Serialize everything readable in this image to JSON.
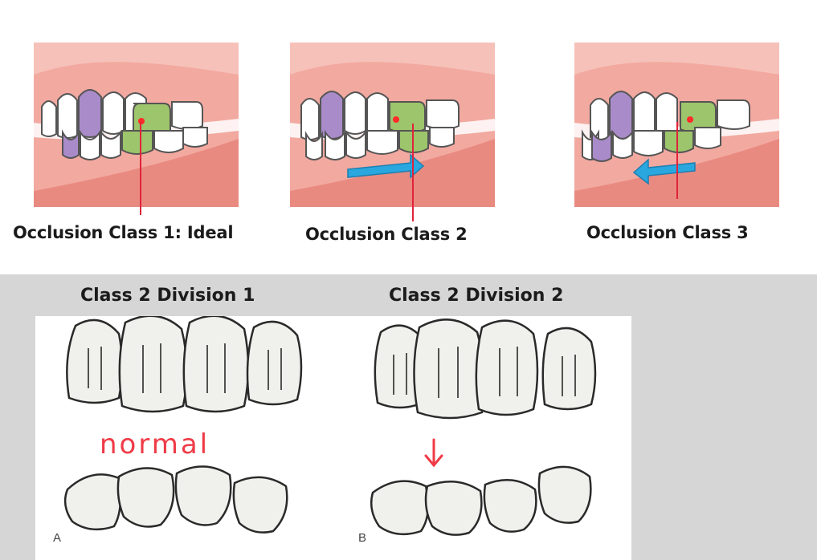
{
  "top_section": {
    "panels": [
      {
        "caption": "Occlusion Class 1: Ideal",
        "arrow": "none"
      },
      {
        "caption": "Occlusion Class 2",
        "arrow": "right"
      },
      {
        "caption": "Occlusion Class 3",
        "arrow": "left"
      }
    ]
  },
  "bottom_section": {
    "titles": [
      "Class 2 Division 1",
      "Class 2 Division 2"
    ],
    "figure_labels": [
      "A",
      "B"
    ],
    "annotation": "normal"
  },
  "colors": {
    "gum": "#f2a9a0",
    "gum_dark": "#e98a80",
    "tooth_purple": "#a98bc9",
    "tooth_green": "#9dc56b",
    "arrow_blue": "#2aa7df",
    "pointer_red": "#e0233a",
    "annotation_red": "#ef3b46",
    "panel_background": "#d6d6d6"
  }
}
